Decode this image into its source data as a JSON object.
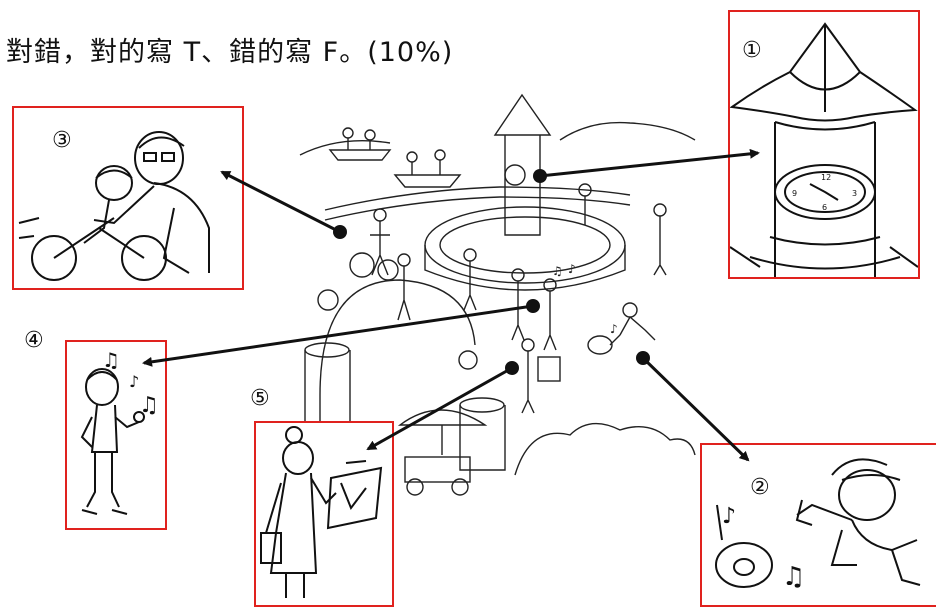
{
  "instruction": "對錯，對的寫 T、錯的寫 F。(10%)",
  "markers": {
    "m1": "①",
    "m2": "②",
    "m3": "③",
    "m4": "④",
    "m5": "⑤"
  },
  "icons": [
    "clock-tower-illustration",
    "boy-dancing-illustration",
    "father-child-bike-illustration",
    "boy-singing-illustration",
    "woman-painting-illustration",
    "park-scene-illustration"
  ],
  "colors": {
    "box_border": "#e0221e",
    "line": "#111111"
  }
}
